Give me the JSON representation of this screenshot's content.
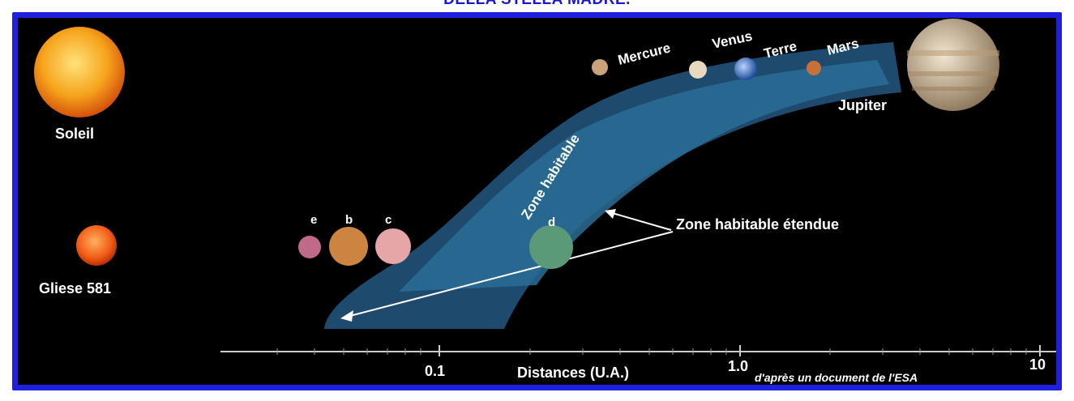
{
  "page": {
    "heading": "DELLA STELLA MADRE."
  },
  "stars": [
    {
      "label": "Soleil",
      "color": "#f6a41c"
    },
    {
      "label": "Gliese 581",
      "color": "#f05a14"
    }
  ],
  "solar_planets": [
    {
      "label": "Mercure",
      "color": "#c9a37a"
    },
    {
      "label": "Venus",
      "color": "#e8d8bf"
    },
    {
      "label": "Terre",
      "color": "#3a6fc0"
    },
    {
      "label": "Mars",
      "color": "#c8703a"
    },
    {
      "label": "Jupiter",
      "color": "#d9c2a0"
    }
  ],
  "gliese_planets": [
    {
      "label": "e",
      "color": "#c06a8a"
    },
    {
      "label": "b",
      "color": "#cc8440"
    },
    {
      "label": "c",
      "color": "#e6a6a8"
    },
    {
      "label": "d",
      "color": "#5a9a78"
    }
  ],
  "zones": {
    "habitable_label": "Zone habitable",
    "extended_label": "Zone habitable étendue",
    "colors": {
      "outer": "#1e4a6e",
      "inner": "#2a6d96"
    }
  },
  "axis": {
    "title": "Distances (U.A.)",
    "scale": "log",
    "tick_labels": [
      "0.1",
      "1.0",
      "10"
    ]
  },
  "credit": "d'après un document de l'ESA"
}
